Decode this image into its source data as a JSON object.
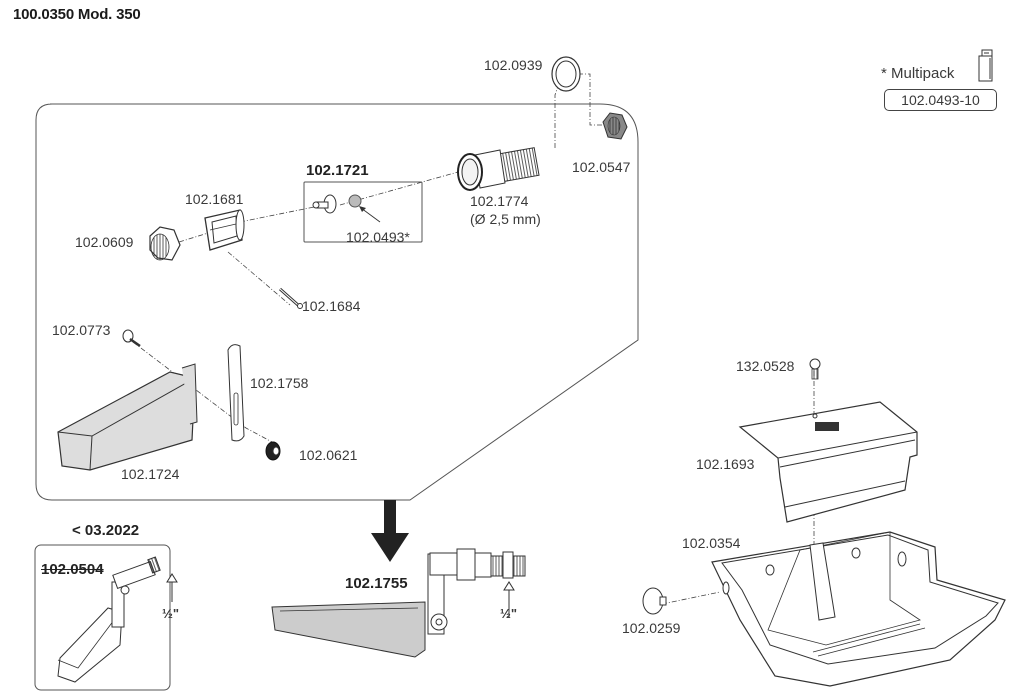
{
  "title": "100.0350 Mod. 350",
  "multipack": {
    "label": "* Multipack",
    "icon": "multipack-box-icon",
    "part": "102.0493-10"
  },
  "parts": {
    "p0939": "102.0939",
    "p0547": "102.0547",
    "p1774": "102.1774",
    "p1774_note": "(Ø 2,5 mm)",
    "p1721": "102.1721",
    "p0493": "102.0493*",
    "p1681": "102.1681",
    "p0609": "102.0609",
    "p1684": "102.1684",
    "p0773": "102.0773",
    "p1758": "102.1758",
    "p0621": "102.0621",
    "p1724": "102.1724",
    "p1755": "102.1755",
    "p0528": "132.0528",
    "p1693": "102.1693",
    "p0354": "102.0354",
    "p0259": "102.0259"
  },
  "legacy": {
    "date_label": "< 03.2022",
    "part": "102.0504",
    "thread": "½\""
  },
  "thread_main": "½\""
}
